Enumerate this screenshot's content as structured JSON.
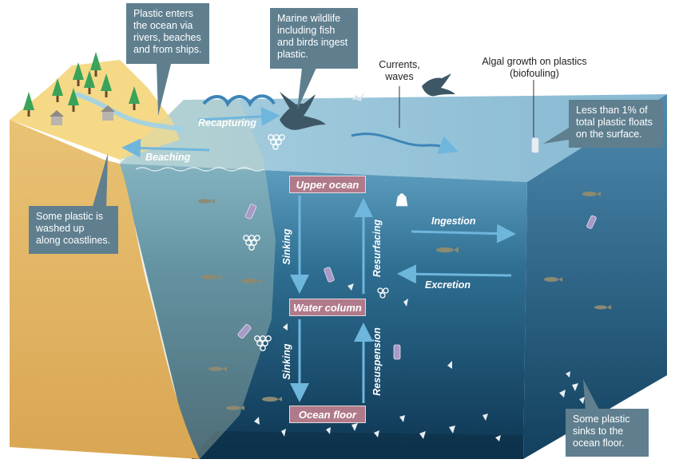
{
  "callouts": {
    "plastic_enters": "Plastic enters the ocean via rivers, beaches and from ships.",
    "marine_wildlife": "Marine wildlife including fish and birds ingest plastic.",
    "coastlines": "Some plastic is washed up along coastlines.",
    "surface": "Less than 1% of total plastic floats on the  surface.",
    "ocean_floor": "Some plastic sinks to the ocean floor."
  },
  "labels": {
    "currents": "Currents, waves",
    "algal": "Algal growth on plastics (biofouling)"
  },
  "zones": {
    "upper_ocean": "Upper ocean",
    "water_column": "Water column",
    "ocean_floor": "Ocean floor"
  },
  "flows": {
    "recapturing": "Recapturing",
    "beaching": "Beaching",
    "ingestion": "Ingestion",
    "excretion": "Excretion",
    "sinking_1": "Sinking",
    "sinking_2": "Sinking",
    "resurfacing": "Resurfacing",
    "resuspension": "Resuspension"
  },
  "colors": {
    "callout_bg": "#5f7f8f",
    "zone_box": "#b07a8a",
    "ocean_top": "#7fb4cf",
    "ocean_deep": "#0f3a55",
    "sand": "#e2b869",
    "arrow": "#6fb6dd"
  },
  "icons": [
    "tree-icon",
    "house-icon",
    "bird-icon",
    "fish-icon",
    "bottle-icon",
    "ring-holder-icon",
    "fragment-icon",
    "bag-icon"
  ]
}
